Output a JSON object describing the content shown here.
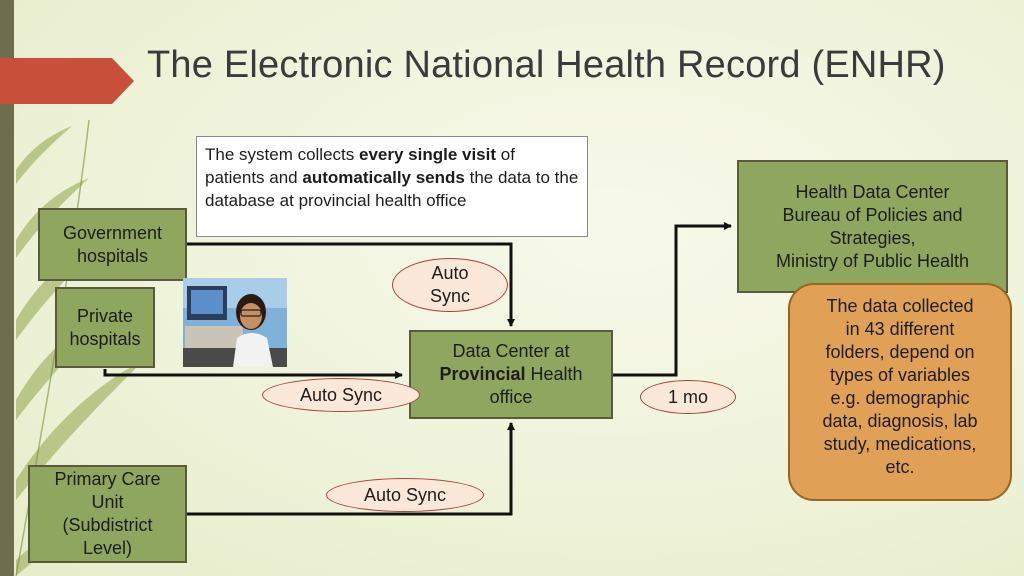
{
  "title": "The Electronic National Health Record (ENHR)",
  "note": {
    "part1": "The system collects ",
    "bold1": "every single visit",
    "part2": " of patients and ",
    "bold2": "automatically sends",
    "part3": " the data  to the database at provincial health office"
  },
  "nodes": {
    "government": [
      "Government",
      "hospitals"
    ],
    "private": [
      "Private",
      "hospitals"
    ],
    "primary": [
      "Primary Care",
      "Unit",
      "(Subdistrict",
      "Level)"
    ],
    "provincial": {
      "line1": "Data Center at",
      "bold": "Provincial",
      "rest": " Health",
      "line3": "office"
    },
    "health_center": [
      "Health Data Center",
      "Bureau of Policies and",
      "Strategies,",
      "Ministry of Public Health"
    ]
  },
  "labels": {
    "auto_sync_top": [
      "Auto",
      "Sync"
    ],
    "auto_sync_mid": "Auto Sync",
    "auto_sync_bottom": "Auto Sync",
    "monthly": "1 mo"
  },
  "data_note": [
    "The data collected",
    "in 43 different",
    "folders,  depend on",
    "types of variables",
    "e.g. demographic",
    "data, diagnosis, lab",
    "study, medications,",
    "etc."
  ],
  "colors": {
    "box_fill": "#8ea65e",
    "oval_fill": "#fbe8d9",
    "oval_border": "#a8433a",
    "note_fill": "#e0a055",
    "title_arrow": "#c8503a"
  }
}
